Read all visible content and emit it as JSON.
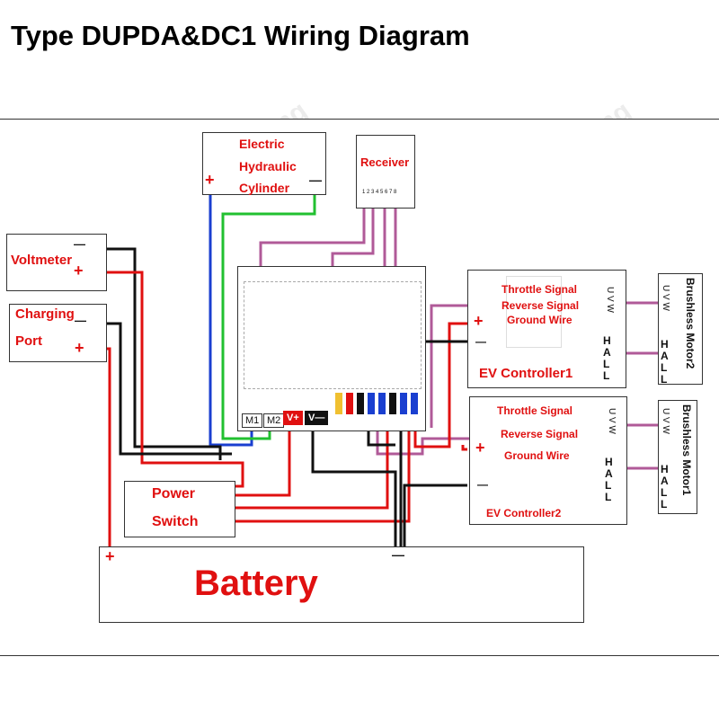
{
  "title": "Type DUPDA&DC1 Wiring Diagram",
  "watermark": "rc yuenhoang",
  "hydraulic": {
    "line1": "Electric",
    "line2": "Hydraulic",
    "line3": "Cylinder",
    "plus": "+",
    "minus": "—"
  },
  "receiver": {
    "label": "Receiver",
    "pins": "1 2 3 4 5 6 7 8"
  },
  "voltmeter": {
    "label": "Voltmeter",
    "plus": "+",
    "minus": "—"
  },
  "charging": {
    "line1": "Charging",
    "line2": "Port",
    "plus": "+",
    "minus": "—"
  },
  "power_switch": {
    "line1": "Power",
    "line2": "Switch"
  },
  "battery": {
    "label": "Battery",
    "plus": "+",
    "minus": "—"
  },
  "module": {
    "m1": "M1",
    "m2": "M2",
    "vplus": "V+",
    "vminus": "V—"
  },
  "controller1": {
    "throttle": "Throttle Signal",
    "reverse": "Reverse Signal",
    "ground": "Ground Wire",
    "name": "EV Controller1",
    "uvw": "U V W",
    "hall": "HALL",
    "plus": "+",
    "minus": "—"
  },
  "controller2": {
    "throttle": "Throttle Signal",
    "reverse": "Reverse Signal",
    "ground": "Ground Wire",
    "name": "EV Controller2",
    "uvw": "U V W",
    "hall": "HALL",
    "plus": "+",
    "minus": "—"
  },
  "motor2": {
    "label": "Brushless Motor2",
    "uvw": "U V W",
    "hall": "HALL"
  },
  "motor1": {
    "label": "Brushless Motor1",
    "uvw": "U V W",
    "hall": "HALL"
  },
  "colors": {
    "red": "#e01010",
    "black": "#111111",
    "blue": "#1a3fd0",
    "green": "#22c030",
    "purple": "#b05a98"
  }
}
